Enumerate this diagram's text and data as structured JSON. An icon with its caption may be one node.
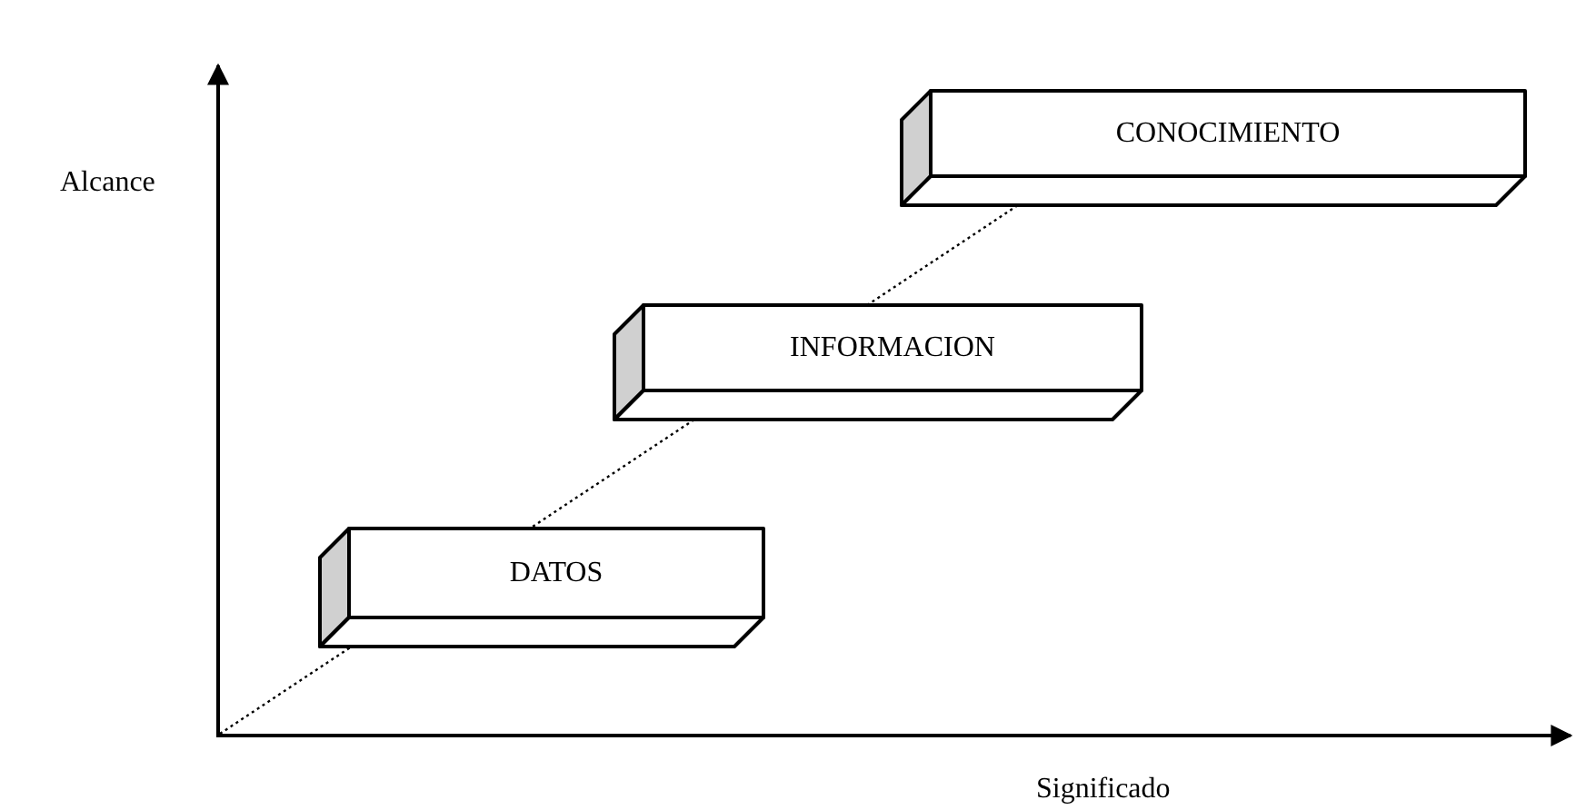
{
  "diagram": {
    "nodes": [
      {
        "text": [
          "DATOS"
        ]
      },
      {
        "text": [
          "INFORMACION"
        ]
      },
      {
        "text": [
          "CONOCIMIENTO"
        ]
      }
    ],
    "labels": [
      "Alcance",
      "Significado"
    ]
  }
}
